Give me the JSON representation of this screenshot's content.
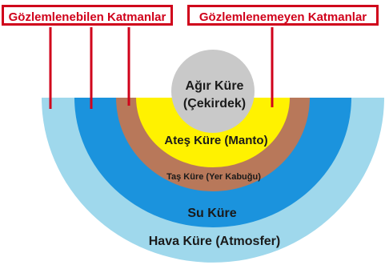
{
  "labels": {
    "observable": "Gözlemlenebilen Katmanlar",
    "unobservable": "Gözlemlenemeyen Katmanlar"
  },
  "layers": {
    "core_line1": "Ağır Küre",
    "core_line2": "(Çekirdek)",
    "mantle": "Ateş Küre (Manto)",
    "crust": "Taş Küre (Yer Kabuğu)",
    "hydrosphere": "Su Küre",
    "atmosphere": "Hava Küre (Atmosfer)"
  },
  "colors": {
    "atmosphere": "#9fd8ec",
    "hydrosphere": "#1b93dd",
    "crust": "#b8785a",
    "mantle": "#fff200",
    "core": "#c9c9c9",
    "connector": "#d0021b",
    "text": "#1a1a1a"
  }
}
